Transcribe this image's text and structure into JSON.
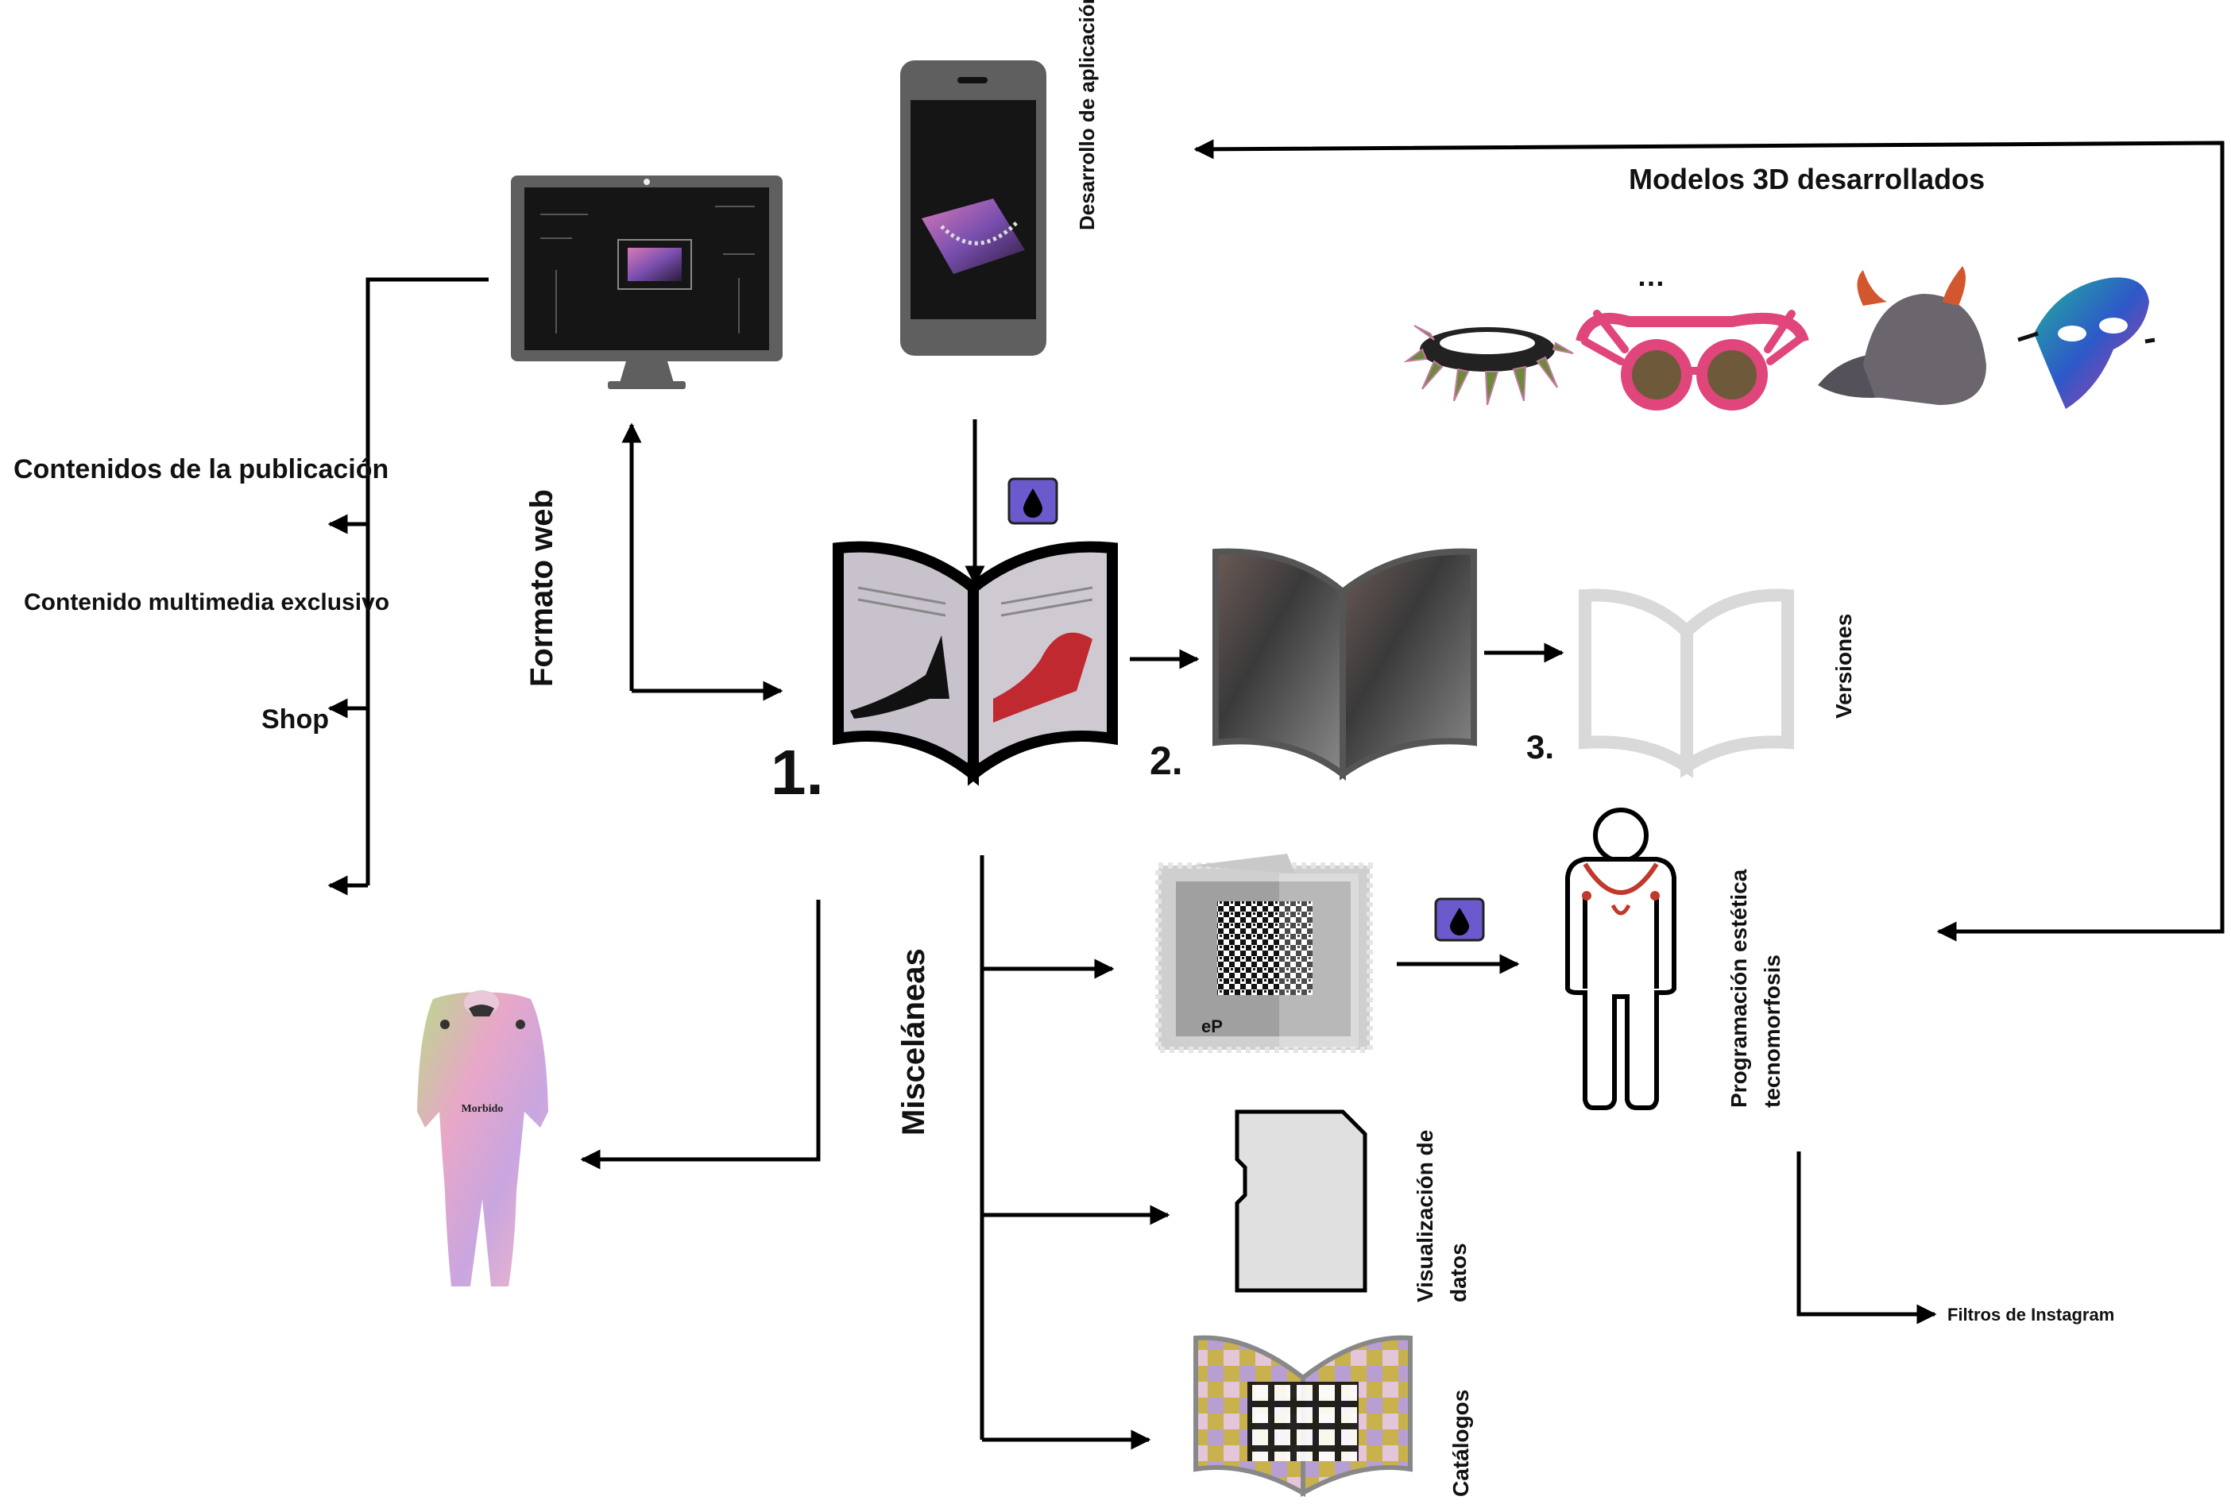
{
  "labels": {
    "desarrollo_app": "Desarrollo de aplicación",
    "modelos_3d": "Modelos 3D desarrollados",
    "ellipsis": "…",
    "contenidos_publicacion": "Contenidos de la publicación",
    "contenido_multimedia": "Contenido multimedia exclusivo",
    "shop": "Shop",
    "formato_web": "Formato web",
    "step_1": "1.",
    "step_2": "2.",
    "step_3": "3.",
    "versiones": "Versiones",
    "miscelaneas": "Misceláneas",
    "programacion_1": "Programación estética",
    "programacion_2": "tecnomorfosis",
    "visualizacion_1": "Visualización de",
    "visualizacion_2": "datos",
    "catalogos": "Catálogos",
    "filtros": "Filtros de Instagram",
    "stamp_code": "eP",
    "bodysuit_text": "Morbido"
  },
  "colors": {
    "line": "#000000",
    "device_gray": "#5f5f5f",
    "screen_black": "#151515",
    "drop_badge": "#6a5acd",
    "necklace_red": "#c0392b",
    "versions_gray": "#d9d9d9"
  },
  "icons": [
    "monitor-icon",
    "smartphone-icon",
    "drop-badge-icon",
    "open-book-icon",
    "qr-stamp-icon",
    "sd-card-icon",
    "person-icon",
    "bodysuit-icon",
    "spiked-bracelet-icon",
    "glasses-icon",
    "horned-cap-icon",
    "mask-icon"
  ]
}
